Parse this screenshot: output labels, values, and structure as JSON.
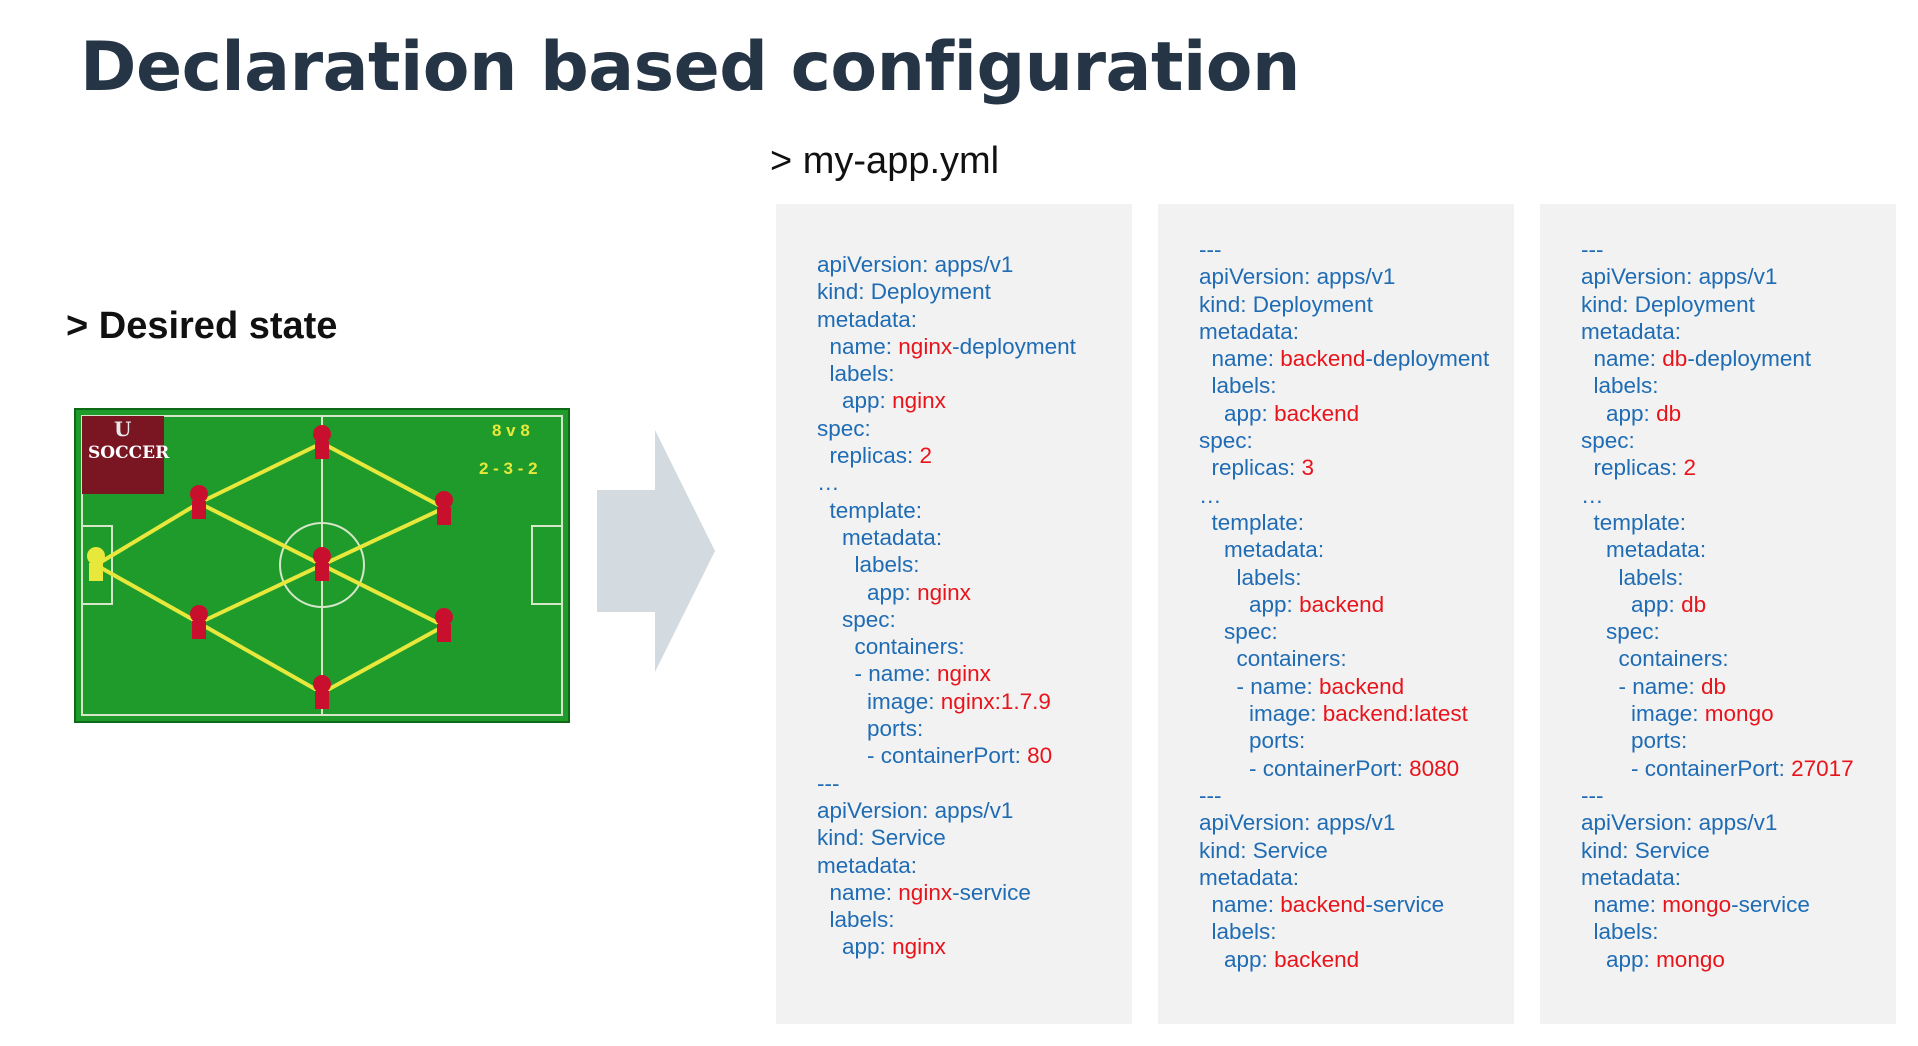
{
  "slide": {
    "title": "Declaration based configuration",
    "file_label": "> my-app.yml",
    "desired_label": "> Desired state"
  },
  "diagram": {
    "logo_text": "SOCCER",
    "logo_small": "U",
    "score": "8 v 8",
    "formation": "2 - 3 - 2"
  },
  "colors": {
    "title": "#253546",
    "key": "#1f6cb4",
    "value": "#e8141b",
    "panel": "#f2f2f2",
    "arrow": "#d3dbe0",
    "pitch": "#1e9b2a",
    "lines": "#e8e83c"
  },
  "yaml": {
    "deployment": {
      "p1": [
        {
          "t": "apiVersion: apps/v1"
        },
        {
          "t": "kind: Deployment"
        },
        {
          "t": "metadata:"
        },
        {
          "t": "  name: ",
          "v": "nginx",
          "r": "-deployment"
        },
        {
          "t": "  labels:"
        },
        {
          "t": "    app: ",
          "v": "nginx"
        },
        {
          "t": "spec:"
        },
        {
          "t": "  replicas: ",
          "v": "2"
        },
        {
          "t": "…"
        },
        {
          "t": "  template:"
        },
        {
          "t": "    metadata:"
        },
        {
          "t": "      labels:"
        },
        {
          "t": "        app: ",
          "v": "nginx"
        },
        {
          "t": "    spec:"
        },
        {
          "t": "      containers:"
        },
        {
          "t": "      - name: ",
          "v": "nginx"
        },
        {
          "t": "        image: ",
          "v": "nginx:1.7.9"
        },
        {
          "t": "        ports:"
        },
        {
          "t": "        - containerPort: ",
          "v": "80"
        },
        {
          "t": "---"
        },
        {
          "t": "apiVersion: apps/v1"
        },
        {
          "t": "kind: Service"
        },
        {
          "t": "metadata:"
        },
        {
          "t": "  name: ",
          "v": "nginx",
          "r": "-service"
        },
        {
          "t": "  labels:"
        },
        {
          "t": "    app: ",
          "v": "nginx"
        }
      ],
      "p2": [
        {
          "t": "---"
        },
        {
          "t": "apiVersion: apps/v1"
        },
        {
          "t": "kind: Deployment"
        },
        {
          "t": "metadata:"
        },
        {
          "t": "  name: ",
          "v": "backend",
          "r": "-deployment"
        },
        {
          "t": "  labels:"
        },
        {
          "t": "    app: ",
          "v": "backend"
        },
        {
          "t": "spec:"
        },
        {
          "t": "  replicas: ",
          "v": "3"
        },
        {
          "t": "…"
        },
        {
          "t": "  template:"
        },
        {
          "t": "    metadata:"
        },
        {
          "t": "      labels:"
        },
        {
          "t": "        app: ",
          "v": "backend"
        },
        {
          "t": "    spec:"
        },
        {
          "t": "      containers:"
        },
        {
          "t": "      - name: ",
          "v": "backend"
        },
        {
          "t": "        image: ",
          "v": "backend:latest"
        },
        {
          "t": "        ports:"
        },
        {
          "t": "        - containerPort: ",
          "v": "8080"
        },
        {
          "t": "---"
        },
        {
          "t": "apiVersion: apps/v1"
        },
        {
          "t": "kind: Service"
        },
        {
          "t": "metadata:"
        },
        {
          "t": "  name: ",
          "v": "backend",
          "r": "-service"
        },
        {
          "t": "  labels:"
        },
        {
          "t": "    app: ",
          "v": "backend"
        }
      ],
      "p3": [
        {
          "t": "---"
        },
        {
          "t": "apiVersion: apps/v1"
        },
        {
          "t": "kind: Deployment"
        },
        {
          "t": "metadata:"
        },
        {
          "t": "  name: ",
          "v": "db",
          "r": "-deployment"
        },
        {
          "t": "  labels:"
        },
        {
          "t": "    app: ",
          "v": "db"
        },
        {
          "t": "spec:"
        },
        {
          "t": "  replicas: ",
          "v": "2"
        },
        {
          "t": "…"
        },
        {
          "t": "  template:"
        },
        {
          "t": "    metadata:"
        },
        {
          "t": "      labels:"
        },
        {
          "t": "        app: ",
          "v": "db"
        },
        {
          "t": "    spec:"
        },
        {
          "t": "      containers:"
        },
        {
          "t": "      - name: ",
          "v": "db"
        },
        {
          "t": "        image: ",
          "v": "mongo"
        },
        {
          "t": "        ports:"
        },
        {
          "t": "        - containerPort: ",
          "v": "27017"
        },
        {
          "t": "---"
        },
        {
          "t": "apiVersion: apps/v1"
        },
        {
          "t": "kind: Service"
        },
        {
          "t": "metadata:"
        },
        {
          "t": "  name: ",
          "v": "mongo",
          "r": "-service"
        },
        {
          "t": "  labels:"
        },
        {
          "t": "    app: ",
          "v": "mongo"
        }
      ]
    }
  }
}
